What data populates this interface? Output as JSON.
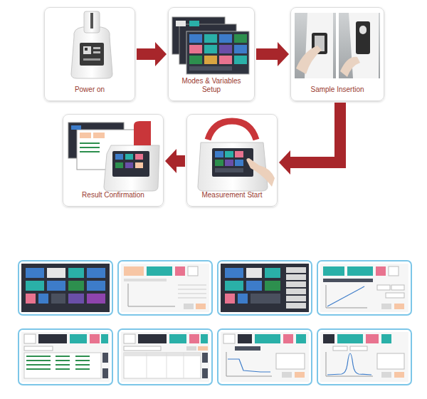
{
  "diagram": {
    "nodes": [
      {
        "text": [
          "Power on"
        ]
      },
      {
        "text": [
          "Modes & Variables Setup"
        ]
      },
      {
        "text": [
          "Sample Insertion"
        ]
      },
      {
        "text": [
          "Result Confirmation"
        ]
      },
      {
        "text": [
          "Measurement Start"
        ]
      }
    ],
    "edges": [
      {
        "from": 0,
        "to": 1,
        "arrow": "to"
      },
      {
        "from": 1,
        "to": 2,
        "arrow": "to"
      },
      {
        "from": 2,
        "to": 4,
        "arrow": "to"
      },
      {
        "from": 4,
        "to": 3,
        "arrow": "to"
      }
    ]
  }
}
